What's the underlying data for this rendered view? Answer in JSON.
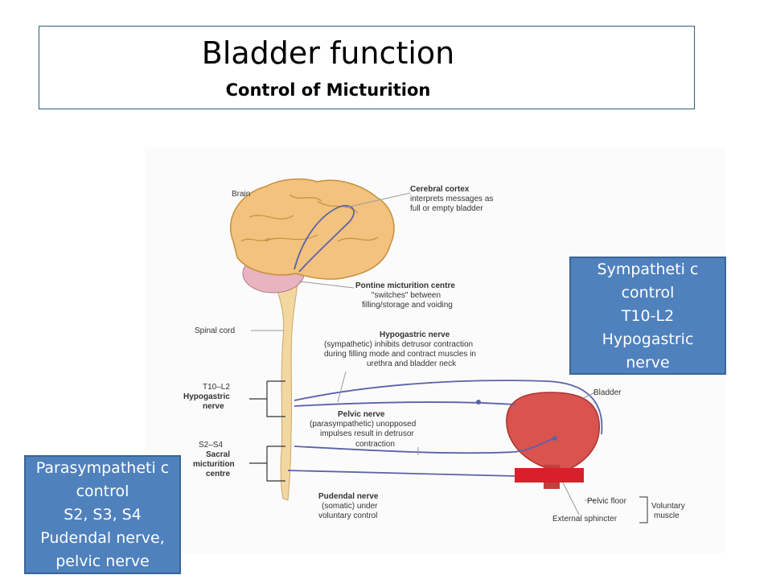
{
  "header": {
    "title": "Bladder function",
    "subtitle": "Control of Micturition"
  },
  "diagram": {
    "brain_label": "Brain",
    "cortex": {
      "title": "Cerebral cortex",
      "line1": "interprets messages as",
      "line2": "full or empty bladder"
    },
    "pontine": {
      "title": "Pontine micturition centre",
      "line1": "\"switches\" between",
      "line2": "filling/storage and voiding"
    },
    "spinal_cord_label": "Spinal cord",
    "hypogastric": {
      "title": "Hypogastric nerve",
      "line1": "(sympathetic) inhibits detrusor contraction",
      "line2": "during filling mode and contract muscles in",
      "line3": "urethra and bladder neck"
    },
    "bladder_label": "Bladder",
    "level_t": {
      "line1": "T10–L2",
      "line2": "Hypogastric",
      "line3": "nerve"
    },
    "pelvic": {
      "title": "Pelvic nerve",
      "line1": "(parasympathetic) unopposed",
      "line2": "impulses result in detrusor",
      "line3": "contraction"
    },
    "level_s": {
      "line1": "S2–S4",
      "line2": "Sacral",
      "line3": "micturition",
      "line4": "centre"
    },
    "pudendal": {
      "title": "Pudendal nerve",
      "line1": "(somatic) under",
      "line2": "voluntary control"
    },
    "pelvic_floor_label": "Pelvic floor",
    "external_sphincter_label": "External sphincter",
    "voluntary_muscle": {
      "line1": "Voluntary",
      "line2": "muscle"
    },
    "colors": {
      "brain": "#f2c27e",
      "cerebellum": "#e8b4c0",
      "spinal_cord": "#f3d7a0",
      "nerve": "#5a63a8",
      "bladder": "#d9534f",
      "sphincter": "#d8202a"
    }
  },
  "callouts": {
    "sympathetic": {
      "line1": "Sympatheti c",
      "line2": "control",
      "line3": "T10-L2",
      "line4": "Hypogastric",
      "line5": "nerve"
    },
    "parasympathetic": {
      "line1": "Parasympatheti c",
      "line2": "control",
      "line3": "S2, S3, S4",
      "line4": "Pudendal  nerve,",
      "line5": "pelvic nerve"
    }
  }
}
